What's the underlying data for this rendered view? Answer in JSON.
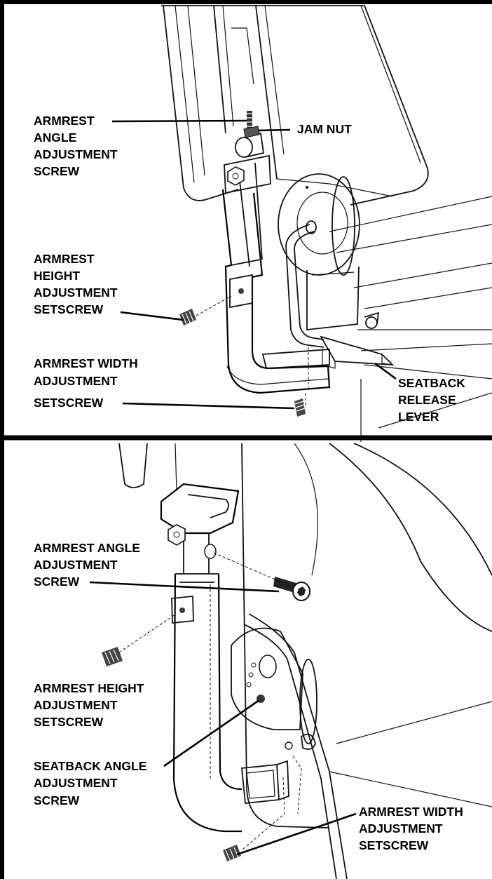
{
  "panels": {
    "top": {
      "labels": {
        "armrest_angle_screw": [
          "ARMREST",
          "ANGLE",
          "ADJUSTMENT",
          "SCREW"
        ],
        "jam_nut": [
          "JAM NUT"
        ],
        "armrest_height_setscrew": [
          "ARMREST",
          "HEIGHT",
          "ADJUSTMENT",
          "SETSCREW"
        ],
        "armrest_width_setscrew": [
          "ARMREST WIDTH",
          "ADJUSTMENT",
          "SETSCREW"
        ],
        "seatback_release_lever": [
          "SEATBACK",
          "RELEASE",
          "LEVER"
        ]
      }
    },
    "bottom": {
      "labels": {
        "armrest_angle_screw": [
          "ARMREST ANGLE",
          "ADJUSTMENT",
          "SCREW"
        ],
        "armrest_height_setscrew": [
          "ARMREST HEIGHT",
          "ADJUSTMENT",
          "SETSCREW"
        ],
        "seatback_angle_screw": [
          "SEATBACK ANGLE",
          "ADJUSTMENT",
          "SCREW"
        ],
        "armrest_width_setscrew": [
          "ARMREST WIDTH",
          "ADJUSTMENT",
          "SETSCREW"
        ]
      }
    }
  }
}
